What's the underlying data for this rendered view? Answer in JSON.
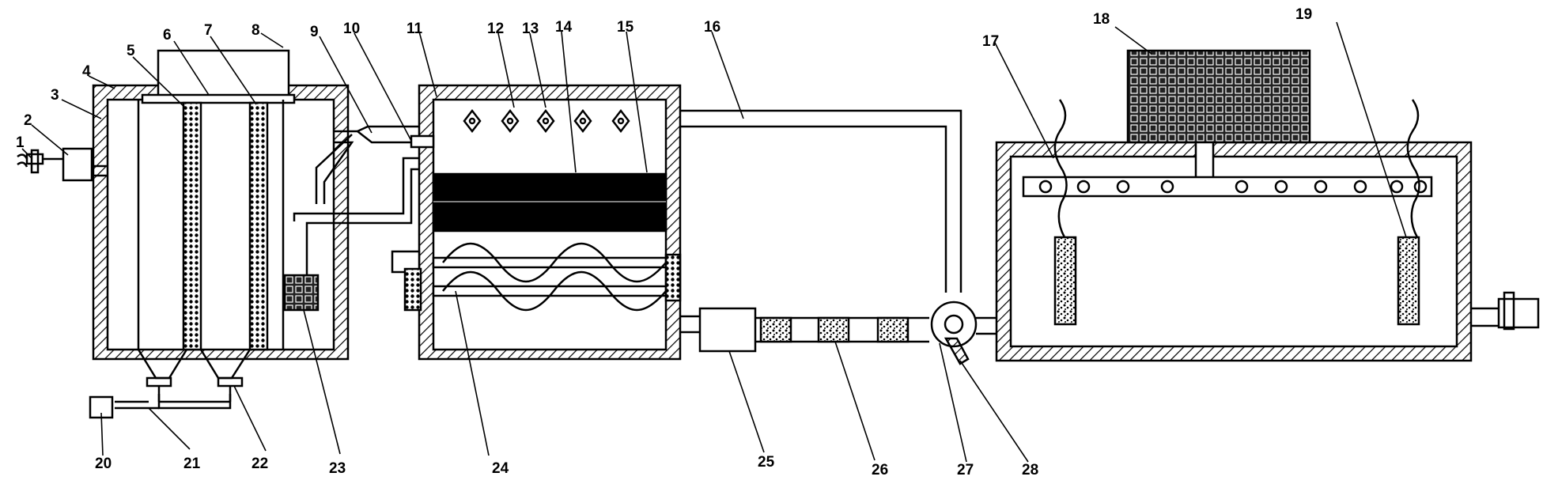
{
  "diagram": {
    "labels": [
      "1",
      "2",
      "3",
      "4",
      "5",
      "6",
      "7",
      "8",
      "9",
      "10",
      "11",
      "12",
      "13",
      "14",
      "15",
      "16",
      "17",
      "18",
      "19",
      "20",
      "21",
      "22",
      "23",
      "24",
      "25",
      "26",
      "27",
      "28"
    ]
  },
  "colors": {
    "line": "#000000",
    "background": "#ffffff"
  }
}
